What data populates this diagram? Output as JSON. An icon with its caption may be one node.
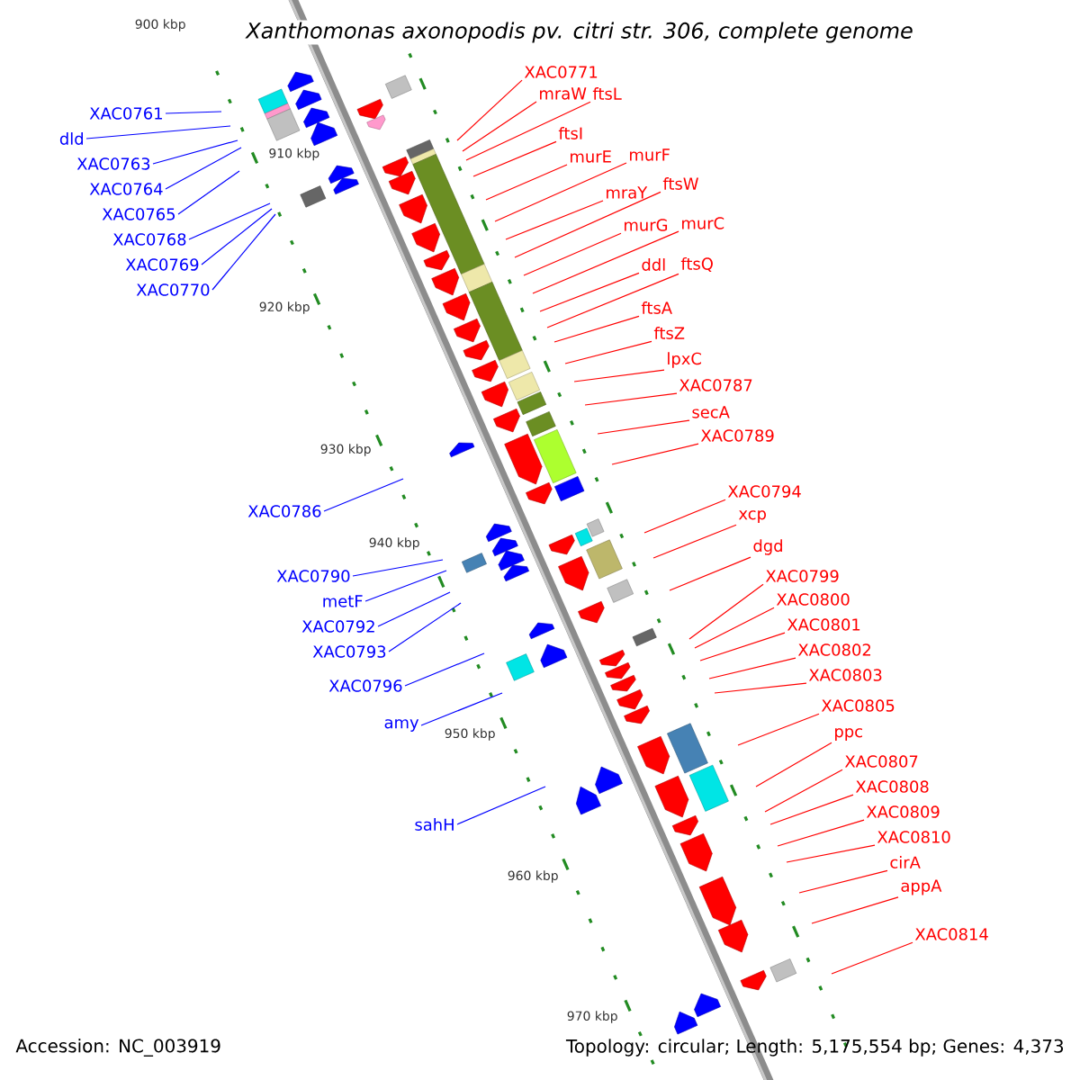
{
  "diagram": {
    "title": "Xanthomonas axonopodis pv. citri str. 306, complete genome",
    "nodes": [
      {
        "text": [
          "XAC0761"
        ]
      },
      {
        "text": [
          "dld"
        ]
      },
      {
        "text": [
          "XAC0763"
        ]
      },
      {
        "text": [
          "XAC0764"
        ]
      },
      {
        "text": [
          "XAC0765"
        ]
      },
      {
        "text": [
          "XAC0768"
        ]
      },
      {
        "text": [
          "XAC0769"
        ]
      },
      {
        "text": [
          "XAC0770"
        ]
      },
      {
        "text": [
          "XAC0786"
        ]
      },
      {
        "text": [
          "XAC0790"
        ]
      },
      {
        "text": [
          "metF"
        ]
      },
      {
        "text": [
          "XAC0792"
        ]
      },
      {
        "text": [
          "XAC0793"
        ]
      },
      {
        "text": [
          "XAC0796"
        ]
      },
      {
        "text": [
          "amy"
        ]
      },
      {
        "text": [
          "sahH"
        ]
      },
      {
        "text": [
          "XAC0771"
        ]
      },
      {
        "text": [
          "mraW"
        ]
      },
      {
        "text": [
          "ftsL"
        ]
      },
      {
        "text": [
          "ftsI"
        ]
      },
      {
        "text": [
          "murE"
        ]
      },
      {
        "text": [
          "murF"
        ]
      },
      {
        "text": [
          "mraY"
        ]
      },
      {
        "text": [
          "ftsW"
        ]
      },
      {
        "text": [
          "murG"
        ]
      },
      {
        "text": [
          "murC"
        ]
      },
      {
        "text": [
          "ddl"
        ]
      },
      {
        "text": [
          "ftsQ"
        ]
      },
      {
        "text": [
          "ftsA"
        ]
      },
      {
        "text": [
          "ftsZ"
        ]
      },
      {
        "text": [
          "lpxC"
        ]
      },
      {
        "text": [
          "XAC0787"
        ]
      },
      {
        "text": [
          "secA"
        ]
      },
      {
        "text": [
          "XAC0789"
        ]
      },
      {
        "text": [
          "XAC0794"
        ]
      },
      {
        "text": [
          "xcp"
        ]
      },
      {
        "text": [
          "dgd"
        ]
      },
      {
        "text": [
          "XAC0799"
        ]
      },
      {
        "text": [
          "XAC0800"
        ]
      },
      {
        "text": [
          "XAC0801"
        ]
      },
      {
        "text": [
          "XAC0802"
        ]
      },
      {
        "text": [
          "XAC0803"
        ]
      },
      {
        "text": [
          "XAC0805"
        ]
      },
      {
        "text": [
          "ppc"
        ]
      },
      {
        "text": [
          "XAC0807"
        ]
      },
      {
        "text": [
          "XAC0808"
        ]
      },
      {
        "text": [
          "XAC0809"
        ]
      },
      {
        "text": [
          "XAC0810"
        ]
      },
      {
        "text": [
          "cirA"
        ]
      },
      {
        "text": [
          "appA"
        ]
      },
      {
        "text": [
          "XAC0814"
        ]
      }
    ],
    "edges": [
      {
        "from": 0,
        "to": null,
        "arrow": "none",
        "color": "#0000ff"
      },
      {
        "from": 1,
        "to": null,
        "arrow": "none",
        "color": "#0000ff"
      },
      {
        "from": 2,
        "to": null,
        "arrow": "none",
        "color": "#0000ff"
      },
      {
        "from": 3,
        "to": null,
        "arrow": "none",
        "color": "#0000ff"
      },
      {
        "from": 4,
        "to": null,
        "arrow": "none",
        "color": "#0000ff"
      },
      {
        "from": 5,
        "to": null,
        "arrow": "none",
        "color": "#0000ff"
      },
      {
        "from": 6,
        "to": null,
        "arrow": "none",
        "color": "#0000ff"
      },
      {
        "from": 7,
        "to": null,
        "arrow": "none",
        "color": "#0000ff"
      },
      {
        "from": 8,
        "to": null,
        "arrow": "none",
        "color": "#0000ff"
      },
      {
        "from": 9,
        "to": null,
        "arrow": "none",
        "color": "#0000ff"
      },
      {
        "from": 10,
        "to": null,
        "arrow": "none",
        "color": "#0000ff"
      },
      {
        "from": 11,
        "to": null,
        "arrow": "none",
        "color": "#0000ff"
      },
      {
        "from": 12,
        "to": null,
        "arrow": "none",
        "color": "#0000ff"
      },
      {
        "from": 13,
        "to": null,
        "arrow": "none",
        "color": "#0000ff"
      },
      {
        "from": 14,
        "to": null,
        "arrow": "none",
        "color": "#0000ff"
      },
      {
        "from": 15,
        "to": null,
        "arrow": "none",
        "color": "#0000ff"
      },
      {
        "from": 16,
        "to": null,
        "arrow": "none"
      },
      {
        "from": 17,
        "to": null,
        "arrow": "none"
      },
      {
        "from": 18,
        "to": null,
        "arrow": "none"
      },
      {
        "from": 19,
        "to": null,
        "arrow": "none"
      },
      {
        "from": 20,
        "to": null,
        "arrow": "none"
      },
      {
        "from": 21,
        "to": null,
        "arrow": "none"
      },
      {
        "from": 22,
        "to": null,
        "arrow": "none"
      },
      {
        "from": 23,
        "to": null,
        "arrow": "none"
      },
      {
        "from": 24,
        "to": null,
        "arrow": "none"
      },
      {
        "from": 25,
        "to": null,
        "arrow": "none"
      },
      {
        "from": 26,
        "to": null,
        "arrow": "none"
      },
      {
        "from": 27,
        "to": null,
        "arrow": "none"
      },
      {
        "from": 28,
        "to": null,
        "arrow": "none"
      },
      {
        "from": 29,
        "to": null,
        "arrow": "none"
      },
      {
        "from": 30,
        "to": null,
        "arrow": "none"
      },
      {
        "from": 31,
        "to": null,
        "arrow": "none"
      },
      {
        "from": 32,
        "to": null,
        "arrow": "none"
      },
      {
        "from": 33,
        "to": null,
        "arrow": "none"
      },
      {
        "from": 34,
        "to": null,
        "arrow": "none"
      },
      {
        "from": 35,
        "to": null,
        "arrow": "none"
      },
      {
        "from": 36,
        "to": null,
        "arrow": "none"
      },
      {
        "from": 37,
        "to": null,
        "arrow": "none"
      },
      {
        "from": 38,
        "to": null,
        "arrow": "none"
      },
      {
        "from": 39,
        "to": null,
        "arrow": "none"
      },
      {
        "from": 40,
        "to": null,
        "arrow": "none"
      },
      {
        "from": 41,
        "to": null,
        "arrow": "none"
      },
      {
        "from": 42,
        "to": null,
        "arrow": "none"
      },
      {
        "from": 43,
        "to": null,
        "arrow": "none"
      },
      {
        "from": 44,
        "to": null,
        "arrow": "none"
      },
      {
        "from": 45,
        "to": null,
        "arrow": "none"
      },
      {
        "from": 46,
        "to": null,
        "arrow": "none"
      },
      {
        "from": 47,
        "to": null,
        "arrow": "none"
      },
      {
        "from": 48,
        "to": null,
        "arrow": "none"
      },
      {
        "from": 49,
        "to": null,
        "arrow": "none"
      },
      {
        "from": 50,
        "to": null,
        "arrow": "none"
      }
    ],
    "labels": [
      "900 kbp",
      "910 kbp",
      "920 kbp",
      "930 kbp",
      "940 kbp",
      "950 kbp",
      "960 kbp",
      "970 kbp",
      "Accession: NC_003919",
      "Topology: circular; Length: 5,175,554 bp; Genes: 4,373"
    ]
  }
}
